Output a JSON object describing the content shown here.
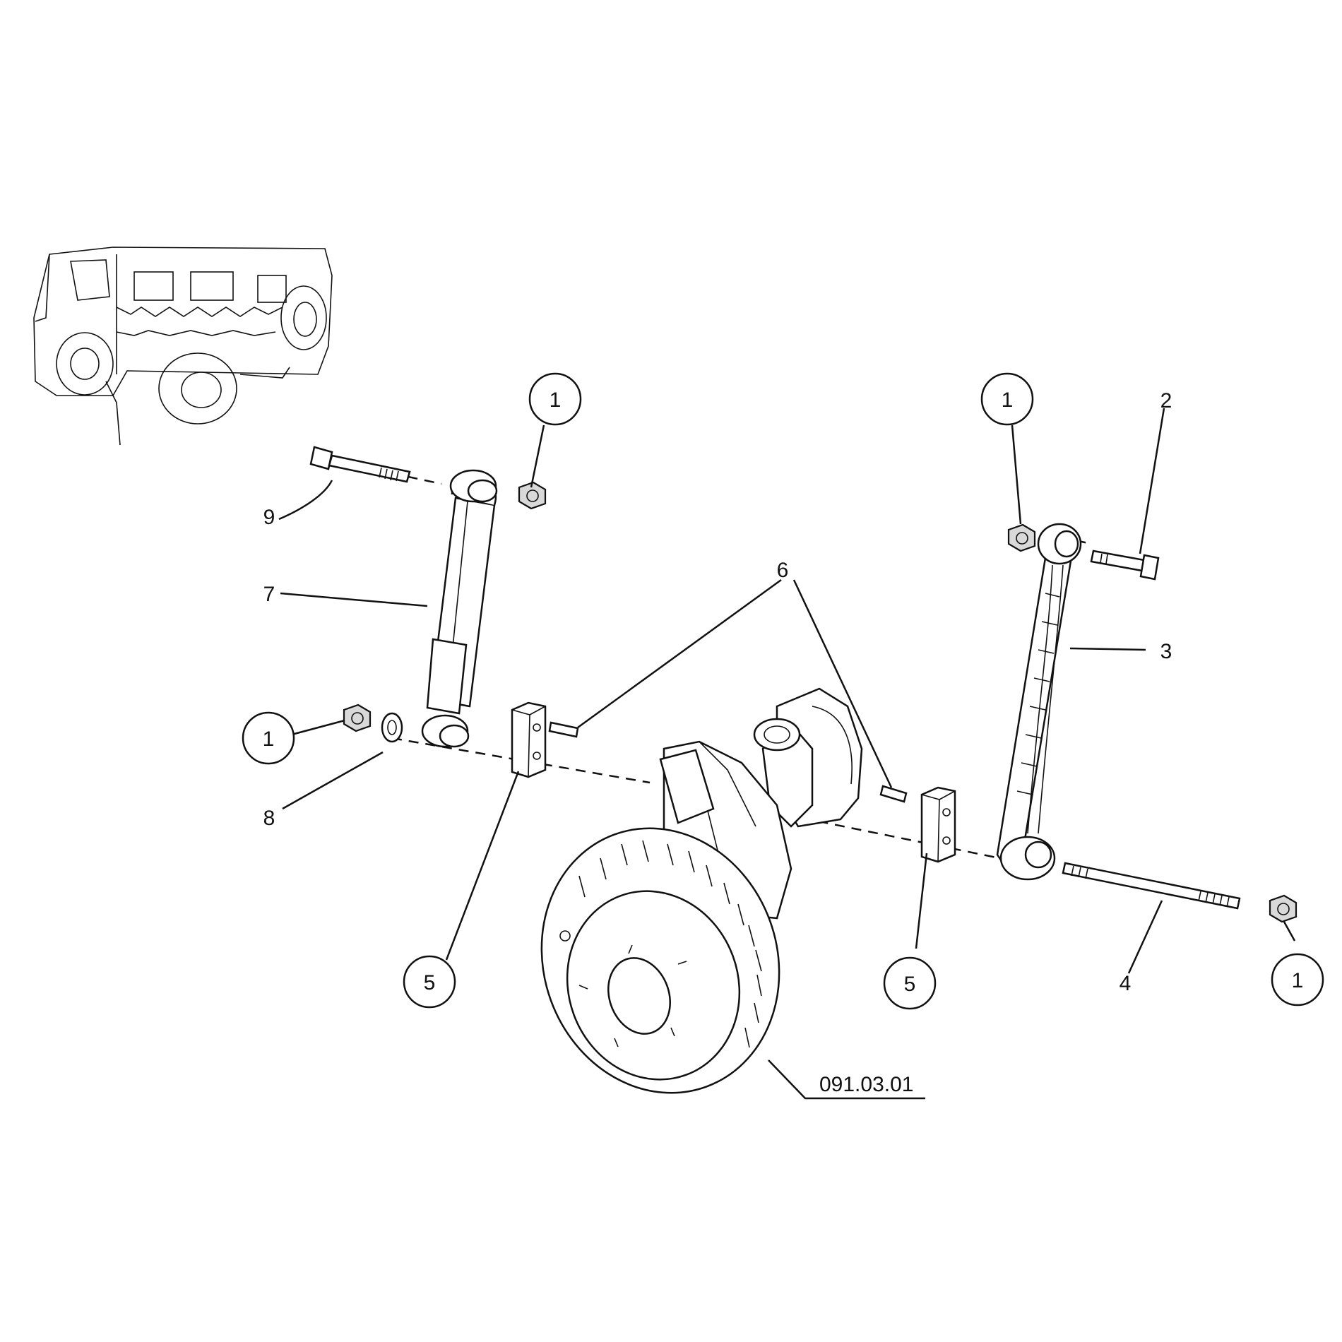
{
  "callouts": {
    "c1_top_left": "1",
    "c1_top_right": "1",
    "c1_left": "1",
    "c1_bottom_right": "1",
    "n2": "2",
    "n3": "3",
    "n4": "4",
    "c5_left": "5",
    "c5_right": "5",
    "n6": "6",
    "n7": "7",
    "n8": "8",
    "n9": "9"
  },
  "reference": "091.03.01"
}
